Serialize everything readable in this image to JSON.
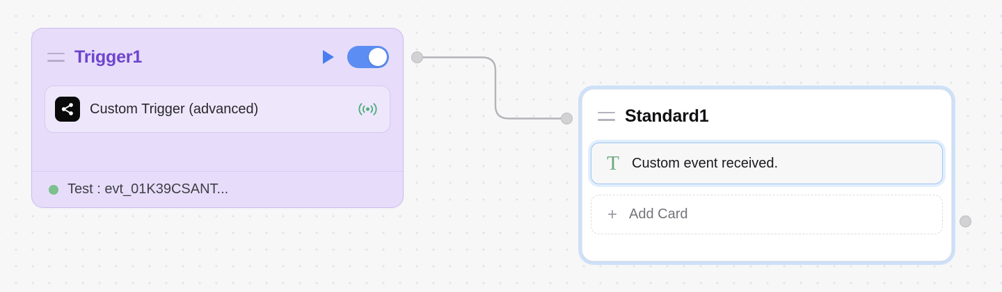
{
  "canvas": {
    "grid_dot_color": "#e4e4e7",
    "background_color": "#f7f7f8"
  },
  "nodes": {
    "trigger": {
      "title": "Trigger1",
      "title_color": "#6e44ce",
      "body_color": "#e7ddfa",
      "drag_handle_name": "drag-handle",
      "run_label": "▶",
      "toggle_state": "on",
      "toggle_color": "#5b8df2",
      "card": {
        "icon": "share-nodes-icon",
        "label": "Custom Trigger (advanced)",
        "status_icon": "broadcast-icon",
        "status_icon_color": "#4fae7e"
      },
      "footer": {
        "dot_color": "#7cc08d",
        "text": "Test : evt_01K39CSANT..."
      }
    },
    "standard": {
      "title": "Standard1",
      "title_color": "#111113",
      "body_color": "#ffffff",
      "selected": true,
      "selection_ring_color": "#9bc5f8",
      "card": {
        "icon": "text-t-icon",
        "icon_glyph": "T",
        "icon_color": "#6aa87c",
        "label": "Custom event received.",
        "selected": true
      },
      "add_card": {
        "icon_glyph": "+",
        "label": "Add Card"
      }
    }
  },
  "edges": [
    {
      "name": "trigger-to-standard",
      "from": "trigger-output-handle",
      "to": "standard-input-handle",
      "color": "#b4b4b8"
    }
  ],
  "handles": {
    "trigger_output": "trigger-output-handle",
    "standard_input": "standard-input-handle",
    "standard_output": "standard-output-handle",
    "color": "#d2d2d4"
  }
}
